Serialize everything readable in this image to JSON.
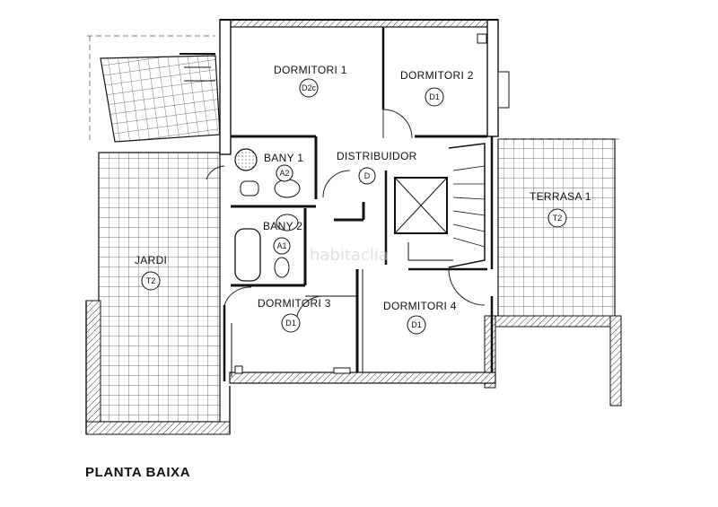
{
  "plan_title": "PLANTA BAIXA",
  "watermark": "habitaclia",
  "rooms": {
    "dormitori_1": {
      "name": "DORMITORI 1",
      "code": "D2c"
    },
    "dormitori_2": {
      "name": "DORMITORI 2",
      "code": "D1"
    },
    "bany_1": {
      "name": "BANY 1",
      "code": "A2"
    },
    "distribuidor": {
      "name": "DISTRIBUIDOR",
      "code": "D"
    },
    "bany_2": {
      "name": "BANY 2",
      "code": "A1"
    },
    "terrasa_1": {
      "name": "TERRASA 1",
      "code": "T2"
    },
    "jardi": {
      "name": "JARDI",
      "code": "T2"
    },
    "dormitori_3": {
      "name": "DORMITORI 3",
      "code": "D1"
    },
    "dormitori_4": {
      "name": "DORMITORI 4",
      "code": "D1"
    }
  },
  "colors": {
    "wall": "#111111",
    "line": "#222222",
    "hatch": "#555555",
    "background": "#ffffff"
  }
}
